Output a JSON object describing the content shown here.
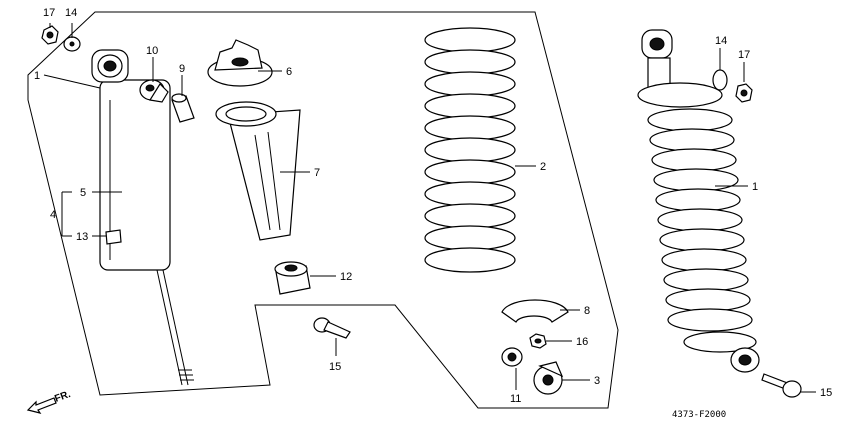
{
  "callouts": {
    "c17a": "17",
    "c14a": "14",
    "c1a": "1",
    "c10": "10",
    "c9": "9",
    "c6": "6",
    "c7": "7",
    "c5": "5",
    "c4": "4",
    "c13": "13",
    "c12": "12",
    "c2": "2",
    "c8": "8",
    "c16": "16",
    "c3": "3",
    "c11": "11",
    "c15a": "15",
    "c14b": "14",
    "c17b": "17",
    "c1b": "1",
    "c15b": "15"
  },
  "direction_label": "FR.",
  "diagram_code": "4373-F2000"
}
